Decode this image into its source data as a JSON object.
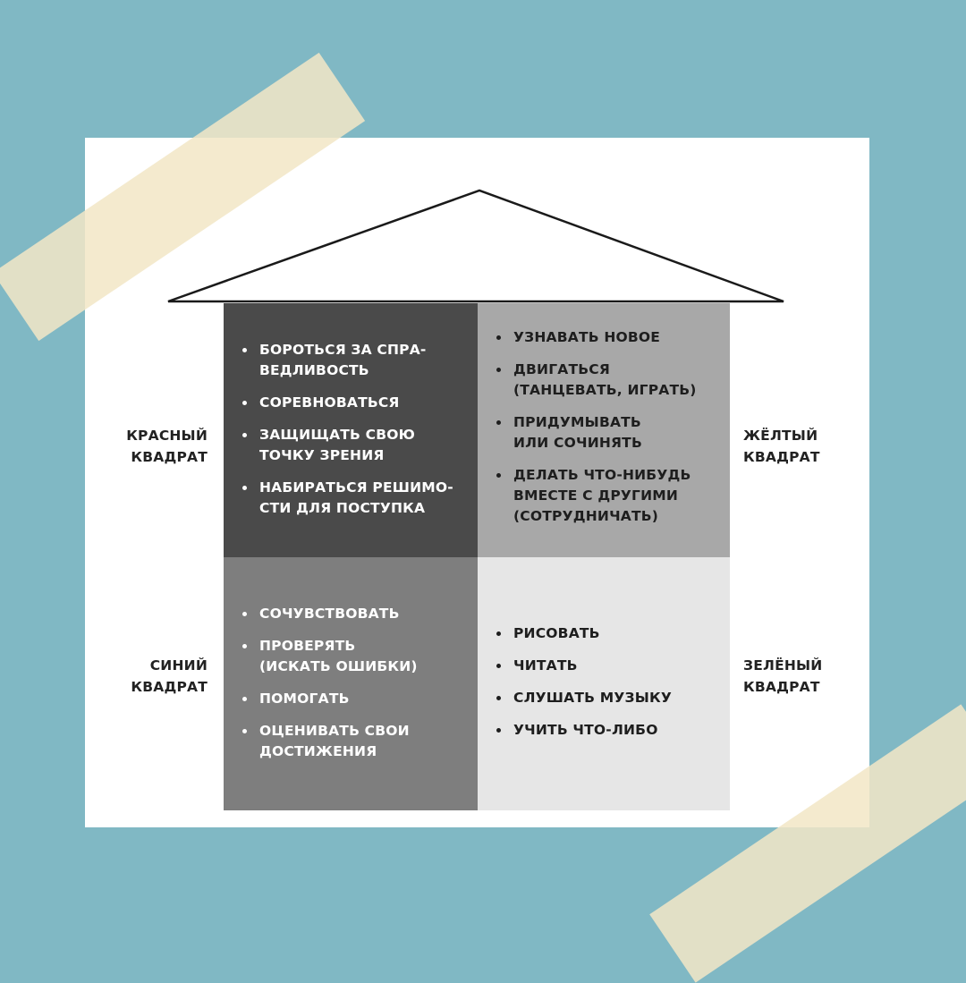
{
  "colors": {
    "background": "#80b8c4",
    "card": "#ffffff",
    "tape": "#f2e7c6",
    "red_square": "#4a4a4a",
    "yellow_square": "#a8a8a8",
    "blue_square": "#7e7e7e",
    "green_square": "#e6e6e6"
  },
  "labels": {
    "red": "КРАСНЫЙ\nКВАДРАТ",
    "yellow": "ЖЁЛТЫЙ\nКВАДРАТ",
    "blue": "СИНИЙ\nКВАДРАТ",
    "green": "ЗЕЛЁНЫЙ\nКВАДРАТ"
  },
  "squares": {
    "red": {
      "items": [
        "БОРОТЬСЯ ЗА СПРА-\nВЕДЛИВОСТЬ",
        "СОРЕВНОВАТЬСЯ",
        "ЗАЩИЩАТЬ СВОЮ\nТОЧКУ ЗРЕНИЯ",
        "НАБИРАТЬСЯ РЕШИМО-\nСТИ ДЛЯ ПОСТУПКА"
      ]
    },
    "yellow": {
      "items": [
        "УЗНАВАТЬ НОВОЕ",
        "ДВИГАТЬСЯ\n(ТАНЦЕВАТЬ, ИГРАТЬ)",
        "ПРИДУМЫВАТЬ\nИЛИ СОЧИНЯТЬ",
        "ДЕЛАТЬ ЧТО-НИБУДЬ\nВМЕСТЕ С ДРУГИМИ\n(СОТРУДНИЧАТЬ)"
      ]
    },
    "blue": {
      "items": [
        "СОЧУВСТВОВАТЬ",
        "ПРОВЕРЯТЬ\n(ИСКАТЬ ОШИБКИ)",
        "ПОМОГАТЬ",
        "ОЦЕНИВАТЬ СВОИ\nДОСТИЖЕНИЯ"
      ]
    },
    "green": {
      "items": [
        "РИСОВАТЬ",
        "ЧИТАТЬ",
        "СЛУШАТЬ МУЗЫКУ",
        "УЧИТЬ ЧТО-ЛИБО"
      ]
    }
  }
}
